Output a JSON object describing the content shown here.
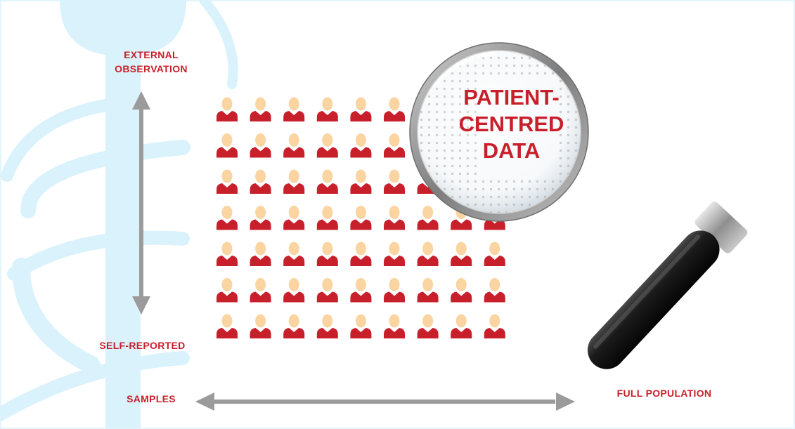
{
  "labels": {
    "y_top": "EXTERNAL OBSERVATION",
    "y_bottom": "SELF-REPORTED",
    "x_left": "SAMPLES",
    "x_right": "FULL POPULATION",
    "lens": "PATIENT- CENTRED DATA"
  },
  "people_grid": {
    "rows": 7,
    "columns": 9
  },
  "colors": {
    "label_red": "#c8202b",
    "person_body": "#c8202b",
    "person_head": "#fad4a1",
    "watermark": "#d9f2fb",
    "arrow_gray": "#9b9b9b",
    "lens_rim": "#8a8a8a",
    "handle": "#1c1c1c"
  },
  "icons": [
    "person-icon",
    "magnifying-glass-icon",
    "caduceus-watermark"
  ]
}
